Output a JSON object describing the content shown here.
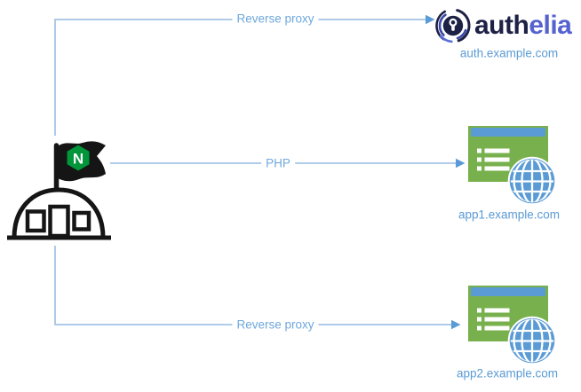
{
  "edges": {
    "top": {
      "label": "Reverse proxy",
      "from": "nginx",
      "to": "authelia"
    },
    "middle": {
      "label": "PHP",
      "from": "nginx",
      "to": "app1"
    },
    "bottom": {
      "label": "Reverse proxy",
      "from": "nginx",
      "to": "app2"
    }
  },
  "nodes": {
    "nginx": {
      "type": "nginx-server",
      "flag_letter": "N"
    },
    "authelia": {
      "wordmark_dark": "auth",
      "wordmark_accent": "elia",
      "domain": "auth.example.com"
    },
    "app1": {
      "type": "web-application",
      "domain": "app1.example.com"
    },
    "app2": {
      "type": "web-application",
      "domain": "app2.example.com"
    }
  },
  "colors": {
    "connector_line": "#a5c4e8",
    "arrowhead": "#5b9bd5",
    "edge_label_text": "#6fa8dc",
    "domain_label_text": "#5b9bd5",
    "app_window_green": "#77b04c",
    "app_titlebar_blue": "#5b9bd5",
    "globe_blue": "#5b9bd5",
    "nginx_hexagon_green": "#009639",
    "nginx_outline": "#151515",
    "authelia_navy": "#1d2145",
    "authelia_arc_blue": "#3a47a8",
    "authelia_arc_light": "#5a6fd8",
    "authelia_accent": "#5562d0"
  }
}
